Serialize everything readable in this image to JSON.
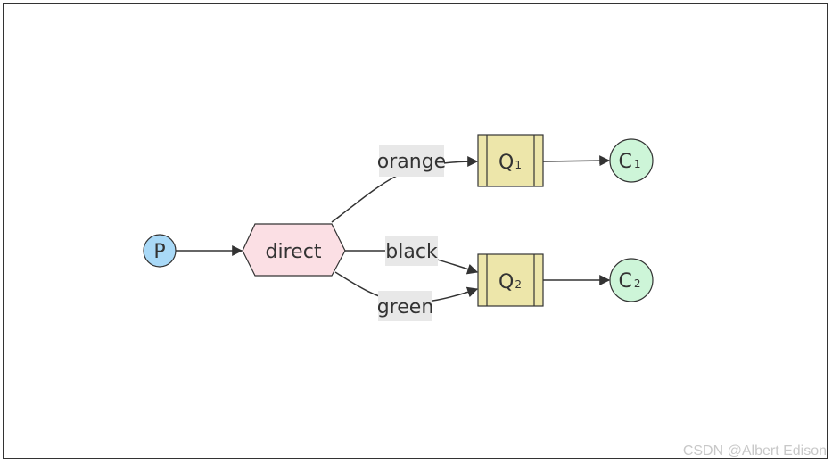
{
  "diagram": {
    "nodes": {
      "producer": {
        "label": "P",
        "fill": "#a9d9f7"
      },
      "exchange": {
        "label": "direct",
        "fill": "#fbdfe4"
      },
      "queue1": {
        "label": "Q",
        "sub": "1",
        "fill": "#ede6aa"
      },
      "queue2": {
        "label": "Q",
        "sub": "2",
        "fill": "#ede6aa"
      },
      "consumer1": {
        "label": "C",
        "sub": "1",
        "fill": "#cdf5d8"
      },
      "consumer2": {
        "label": "C",
        "sub": "2",
        "fill": "#cdf5d8"
      }
    },
    "edges": {
      "orange": "orange",
      "black": "black",
      "green": "green"
    },
    "edge_label_bg": "#e8e8e8",
    "stroke": "#333333"
  },
  "watermark": "CSDN @Albert Edison"
}
